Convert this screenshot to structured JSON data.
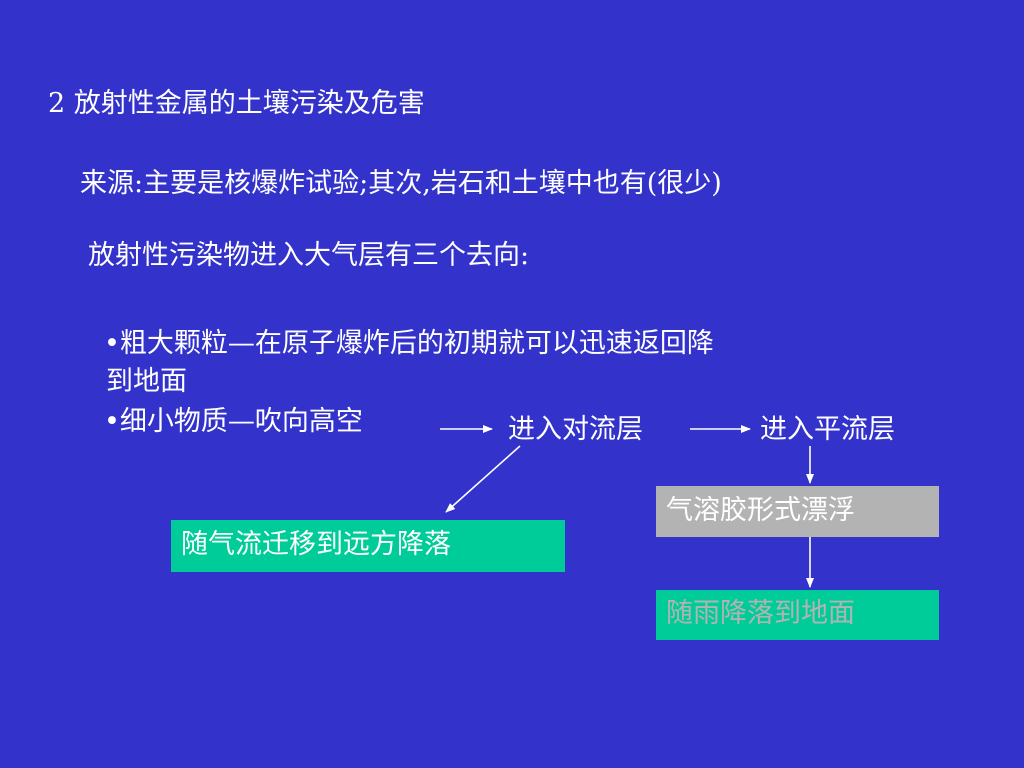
{
  "title": "2 放射性金属的土壤污染及危害",
  "source_line": "来源:主要是核爆炸试验;其次,岩石和土壤中也有(很少)",
  "intro_line": "放射性污染物进入大气层有三个去向:",
  "bullets": {
    "coarse_line1": "•粗大颗粒—在原子爆炸后的初期就可以迅速返回降",
    "coarse_line2": "到地面",
    "fine": "•细小物质—吹向高空"
  },
  "flow": {
    "troposphere": "进入对流层",
    "stratosphere": "进入平流层",
    "far_fallout": "随气流迁移到远方降落",
    "aerosol": "气溶胶形式漂浮",
    "rain": "随雨降落到地面"
  },
  "colors": {
    "background": "#3333cc",
    "text": "#ffffff",
    "box_green": "#00cc99",
    "box_gray": "#b3b3b3"
  }
}
